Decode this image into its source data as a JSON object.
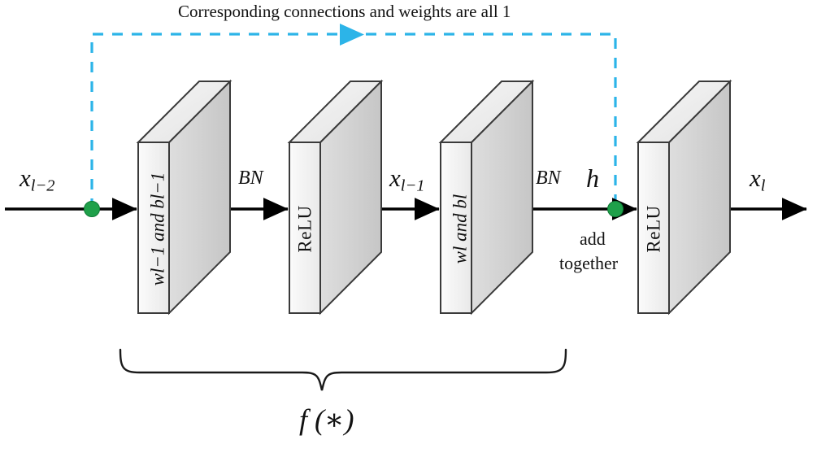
{
  "figure": {
    "caption_top": "Corresponding connections and weights are all 1",
    "function_label": "f (∗)",
    "colors": {
      "skip_connection": "#2cb4e8",
      "junction_dot": "#1fa04a",
      "flow_line": "#000000",
      "block_front_face": "#f2f2f2",
      "block_side_face": "#cfcfcf",
      "block_top_face": "#ededed",
      "block_outline": "#3a3a3a",
      "background": "#ffffff"
    }
  },
  "blocks": [
    {
      "id": "block-weights-lm1",
      "label": "w",
      "label_sub": "l−1",
      "label_mid": " and ",
      "label2": "b",
      "label2_sub": "l−1",
      "full": "wₗ₋₁ and bₗ₋₁",
      "kind": "weights"
    },
    {
      "id": "block-relu-1",
      "label": "ReLU",
      "full": "ReLU",
      "kind": "activation"
    },
    {
      "id": "block-weights-l",
      "label": "w",
      "label_sub": "l",
      "label_mid": " and ",
      "label2": "b",
      "label2_sub": "l",
      "full": "wₗ and bₗ",
      "kind": "weights"
    },
    {
      "id": "block-relu-2",
      "label": "ReLU",
      "full": "ReLU",
      "kind": "activation"
    }
  ],
  "signals": [
    {
      "id": "input-x-lm2",
      "base": "x",
      "sub": "l−2"
    },
    {
      "id": "bn-1",
      "text": "BN"
    },
    {
      "id": "mid-x-lm1",
      "base": "x",
      "sub": "l−1"
    },
    {
      "id": "bn-2",
      "text": "BN"
    },
    {
      "id": "sum-h",
      "text": "h"
    },
    {
      "id": "output-x-l",
      "base": "x",
      "sub": "l"
    }
  ],
  "annotations": {
    "add_line1": "add",
    "add_line2": "together"
  },
  "junctions": [
    {
      "id": "junction-split",
      "role": "identity-branch-start"
    },
    {
      "id": "junction-merge",
      "role": "identity-branch-end"
    }
  ]
}
